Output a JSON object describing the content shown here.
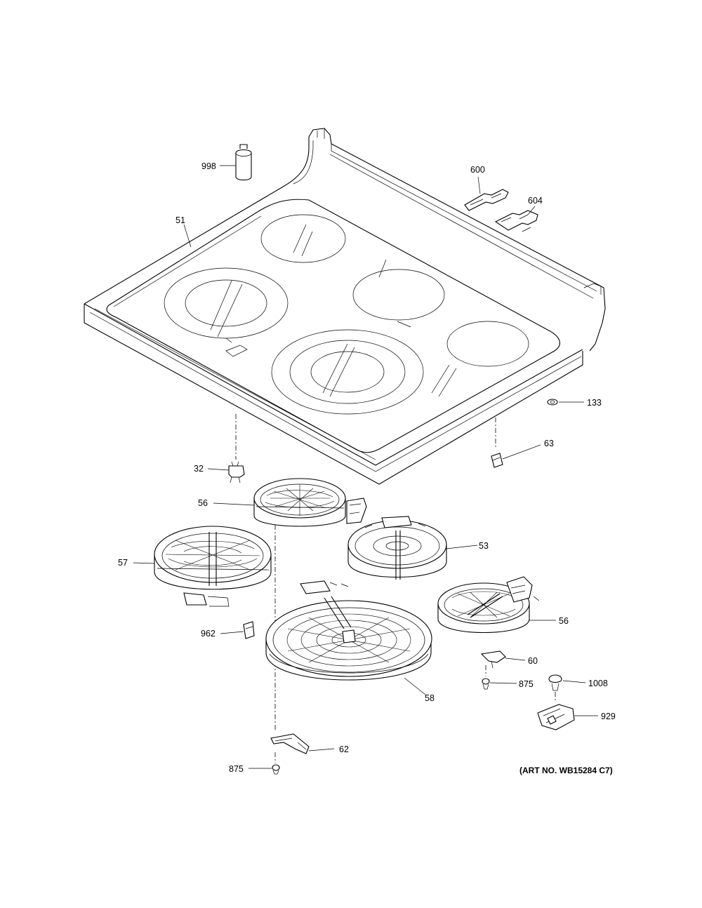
{
  "callouts": [
    {
      "id": "c998",
      "label": "998"
    },
    {
      "id": "c600",
      "label": "600"
    },
    {
      "id": "c604",
      "label": "604"
    },
    {
      "id": "c51",
      "label": "51"
    },
    {
      "id": "c133",
      "label": "133"
    },
    {
      "id": "c63",
      "label": "63"
    },
    {
      "id": "c32",
      "label": "32"
    },
    {
      "id": "c56a",
      "label": "56"
    },
    {
      "id": "c57",
      "label": "57"
    },
    {
      "id": "c53",
      "label": "53"
    },
    {
      "id": "c56b",
      "label": "56"
    },
    {
      "id": "c962",
      "label": "962"
    },
    {
      "id": "c60",
      "label": "60"
    },
    {
      "id": "c875a",
      "label": "875"
    },
    {
      "id": "c1008",
      "label": "1008"
    },
    {
      "id": "c58",
      "label": "58"
    },
    {
      "id": "c929",
      "label": "929"
    },
    {
      "id": "c62",
      "label": "62"
    },
    {
      "id": "c875b",
      "label": "875"
    }
  ],
  "art_number": "(ART NO. WB15284 C7)"
}
